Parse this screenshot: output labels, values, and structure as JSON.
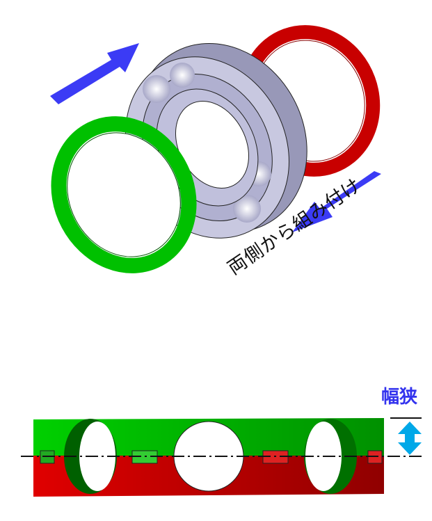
{
  "top_diagram": {
    "caption": "両側から組み付け",
    "parts": [
      "green-cage-half",
      "ball-bearing",
      "red-cage-half"
    ],
    "arrow_color": "#3b3bf5"
  },
  "bottom_diagram": {
    "label": "幅狭",
    "label_color": "#3333ee",
    "dimension_arrow_color": "#00a8e8",
    "cage_colors": {
      "top": "#00cc00",
      "bottom": "#dd0000"
    }
  }
}
